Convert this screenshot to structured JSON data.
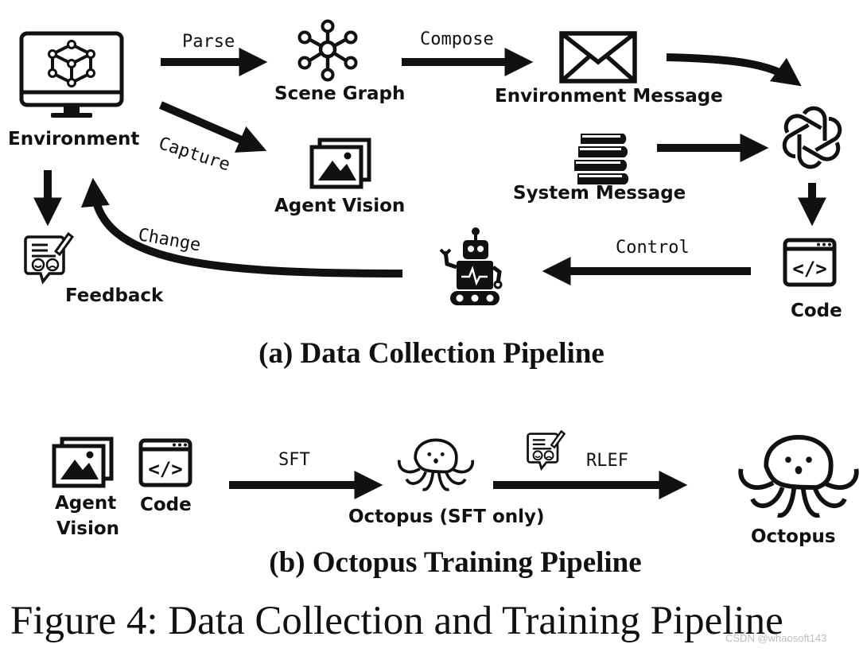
{
  "panel_a": {
    "nodes": {
      "environment": "Environment",
      "scene_graph": "Scene Graph",
      "environment_message": "Environment Message",
      "agent_vision": "Agent Vision",
      "system_message": "System Message",
      "feedback": "Feedback",
      "code": "Code"
    },
    "edges": {
      "parse": "Parse",
      "compose": "Compose",
      "capture": "Capture",
      "change": "Change",
      "control": "Control"
    },
    "caption": "(a) Data Collection Pipeline"
  },
  "panel_b": {
    "nodes": {
      "agent_vision_line1": "Agent",
      "agent_vision_line2": "Vision",
      "code": "Code",
      "octopus_sft": "Octopus (SFT only)",
      "octopus": "Octopus"
    },
    "edges": {
      "sft": "SFT",
      "rlef": "RLEF"
    },
    "caption": "(b) Octopus Training Pipeline"
  },
  "figure_caption": "Figure 4: Data Collection and Training Pipeline",
  "watermark": "CSDN @whaosoft143",
  "icons": [
    "monitor-cube-icon",
    "scene-graph-icon",
    "envelope-icon",
    "image-stack-icon",
    "book-stack-icon",
    "openai-logo-icon",
    "code-window-icon",
    "feedback-icon",
    "robot-icon",
    "octopus-icon"
  ],
  "colors": {
    "ink": "#111111",
    "background": "#ffffff"
  }
}
